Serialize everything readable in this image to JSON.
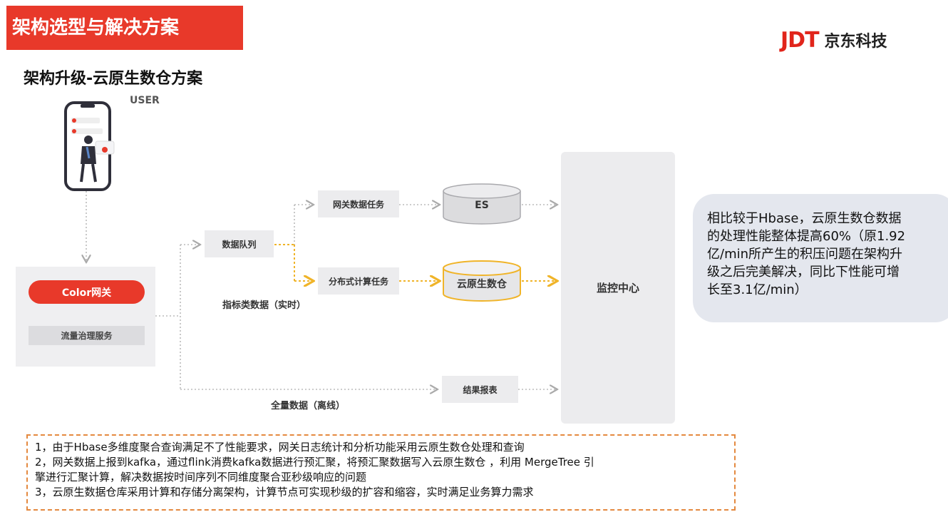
{
  "header": {
    "section_title": "架构选型与解决方案",
    "subtitle": "架构升级-云原生数仓方案"
  },
  "logo": {
    "brand": "JDT",
    "name": "京东科技",
    "brand_color": "#e1251b"
  },
  "diagram": {
    "user_label": "USER",
    "gateway": {
      "button": "Color网关",
      "service": "流量治理服务"
    },
    "queue": "数据队列",
    "gateway_task": "网关数据任务",
    "distributed_task": "分布式计算任务",
    "es": "ES",
    "cloud_dw": "云原生数仓",
    "result": "结果报表",
    "monitor": "监控中心",
    "realtime_label": "指标类数据（实时）",
    "offline_label": "全量数据（离线）",
    "highlight_color": "#f0b429",
    "accent_color": "#e8392a"
  },
  "callout": {
    "lines": [
      "相比较于Hbase，云原生数仓数据",
      "的处理性能整体提高60%（原1.92",
      "亿/min所产生的积压问题在架构升",
      "级之后完美解决，同比下性能可增",
      "长至3.1亿/min）"
    ]
  },
  "notes": [
    "1，由于Hbase多维度聚合查询满足不了性能要求，网关日志统计和分析功能采用云原生数仓处理和查询",
    "2，网关数据上报到kafka，通过flink消费kafka数据进行预汇聚，将预汇聚数据写入云原生数仓 ，利用 MergeTree 引",
    "擎进行汇聚计算，解决数据按时间序列不同维度聚合亚秒级响应的问题",
    "3，云原生数据仓库采用计算和存储分离架构，计算节点可实现秒级的扩容和缩容，实时满足业务算力需求"
  ]
}
